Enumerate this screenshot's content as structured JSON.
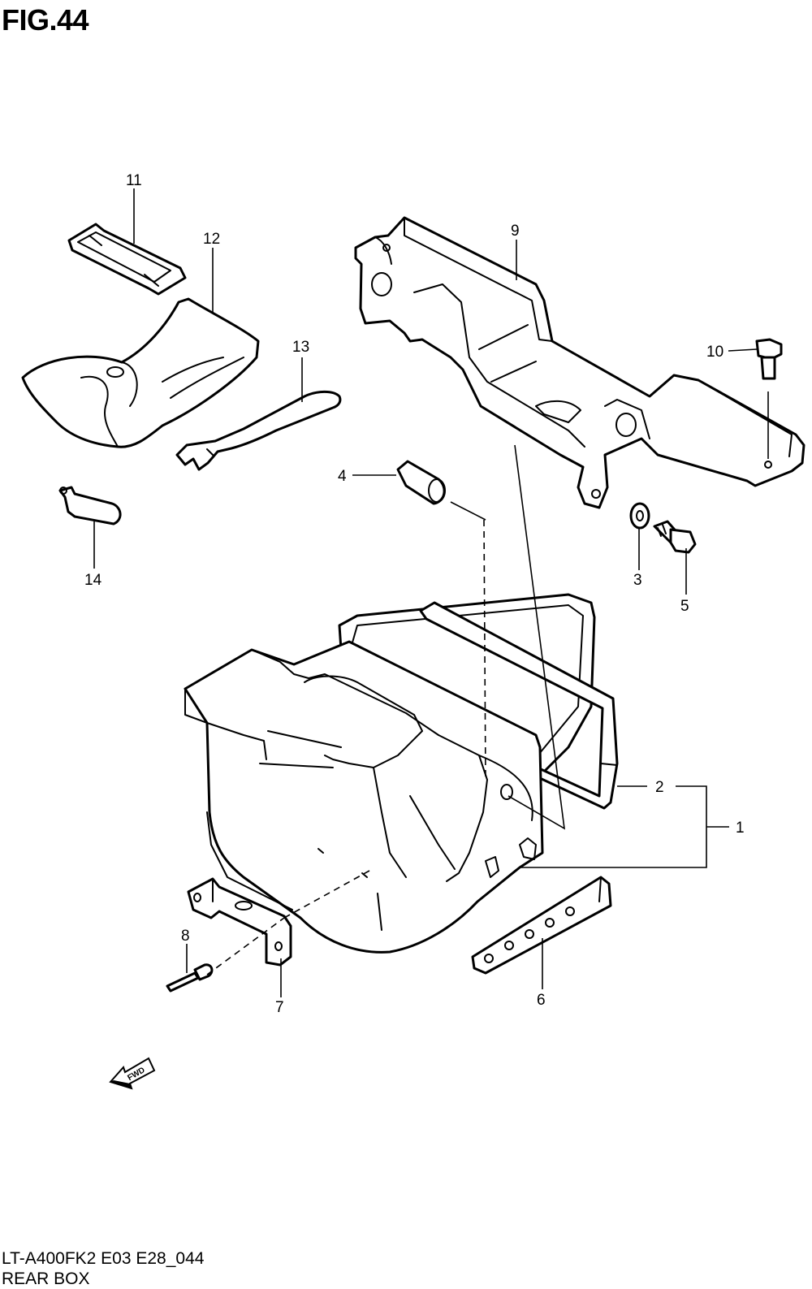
{
  "figure": {
    "title": "FIG.44",
    "code": "LT-A400FK2 E03 E28_044",
    "name": "REAR BOX"
  },
  "fwd_label": "FWD",
  "callouts": {
    "c1": "1",
    "c2": "2",
    "c3": "3",
    "c4": "4",
    "c5": "5",
    "c6": "6",
    "c7": "7",
    "c8": "8",
    "c9": "9",
    "c10": "10",
    "c11": "11",
    "c12": "12",
    "c13": "13",
    "c14": "14"
  }
}
